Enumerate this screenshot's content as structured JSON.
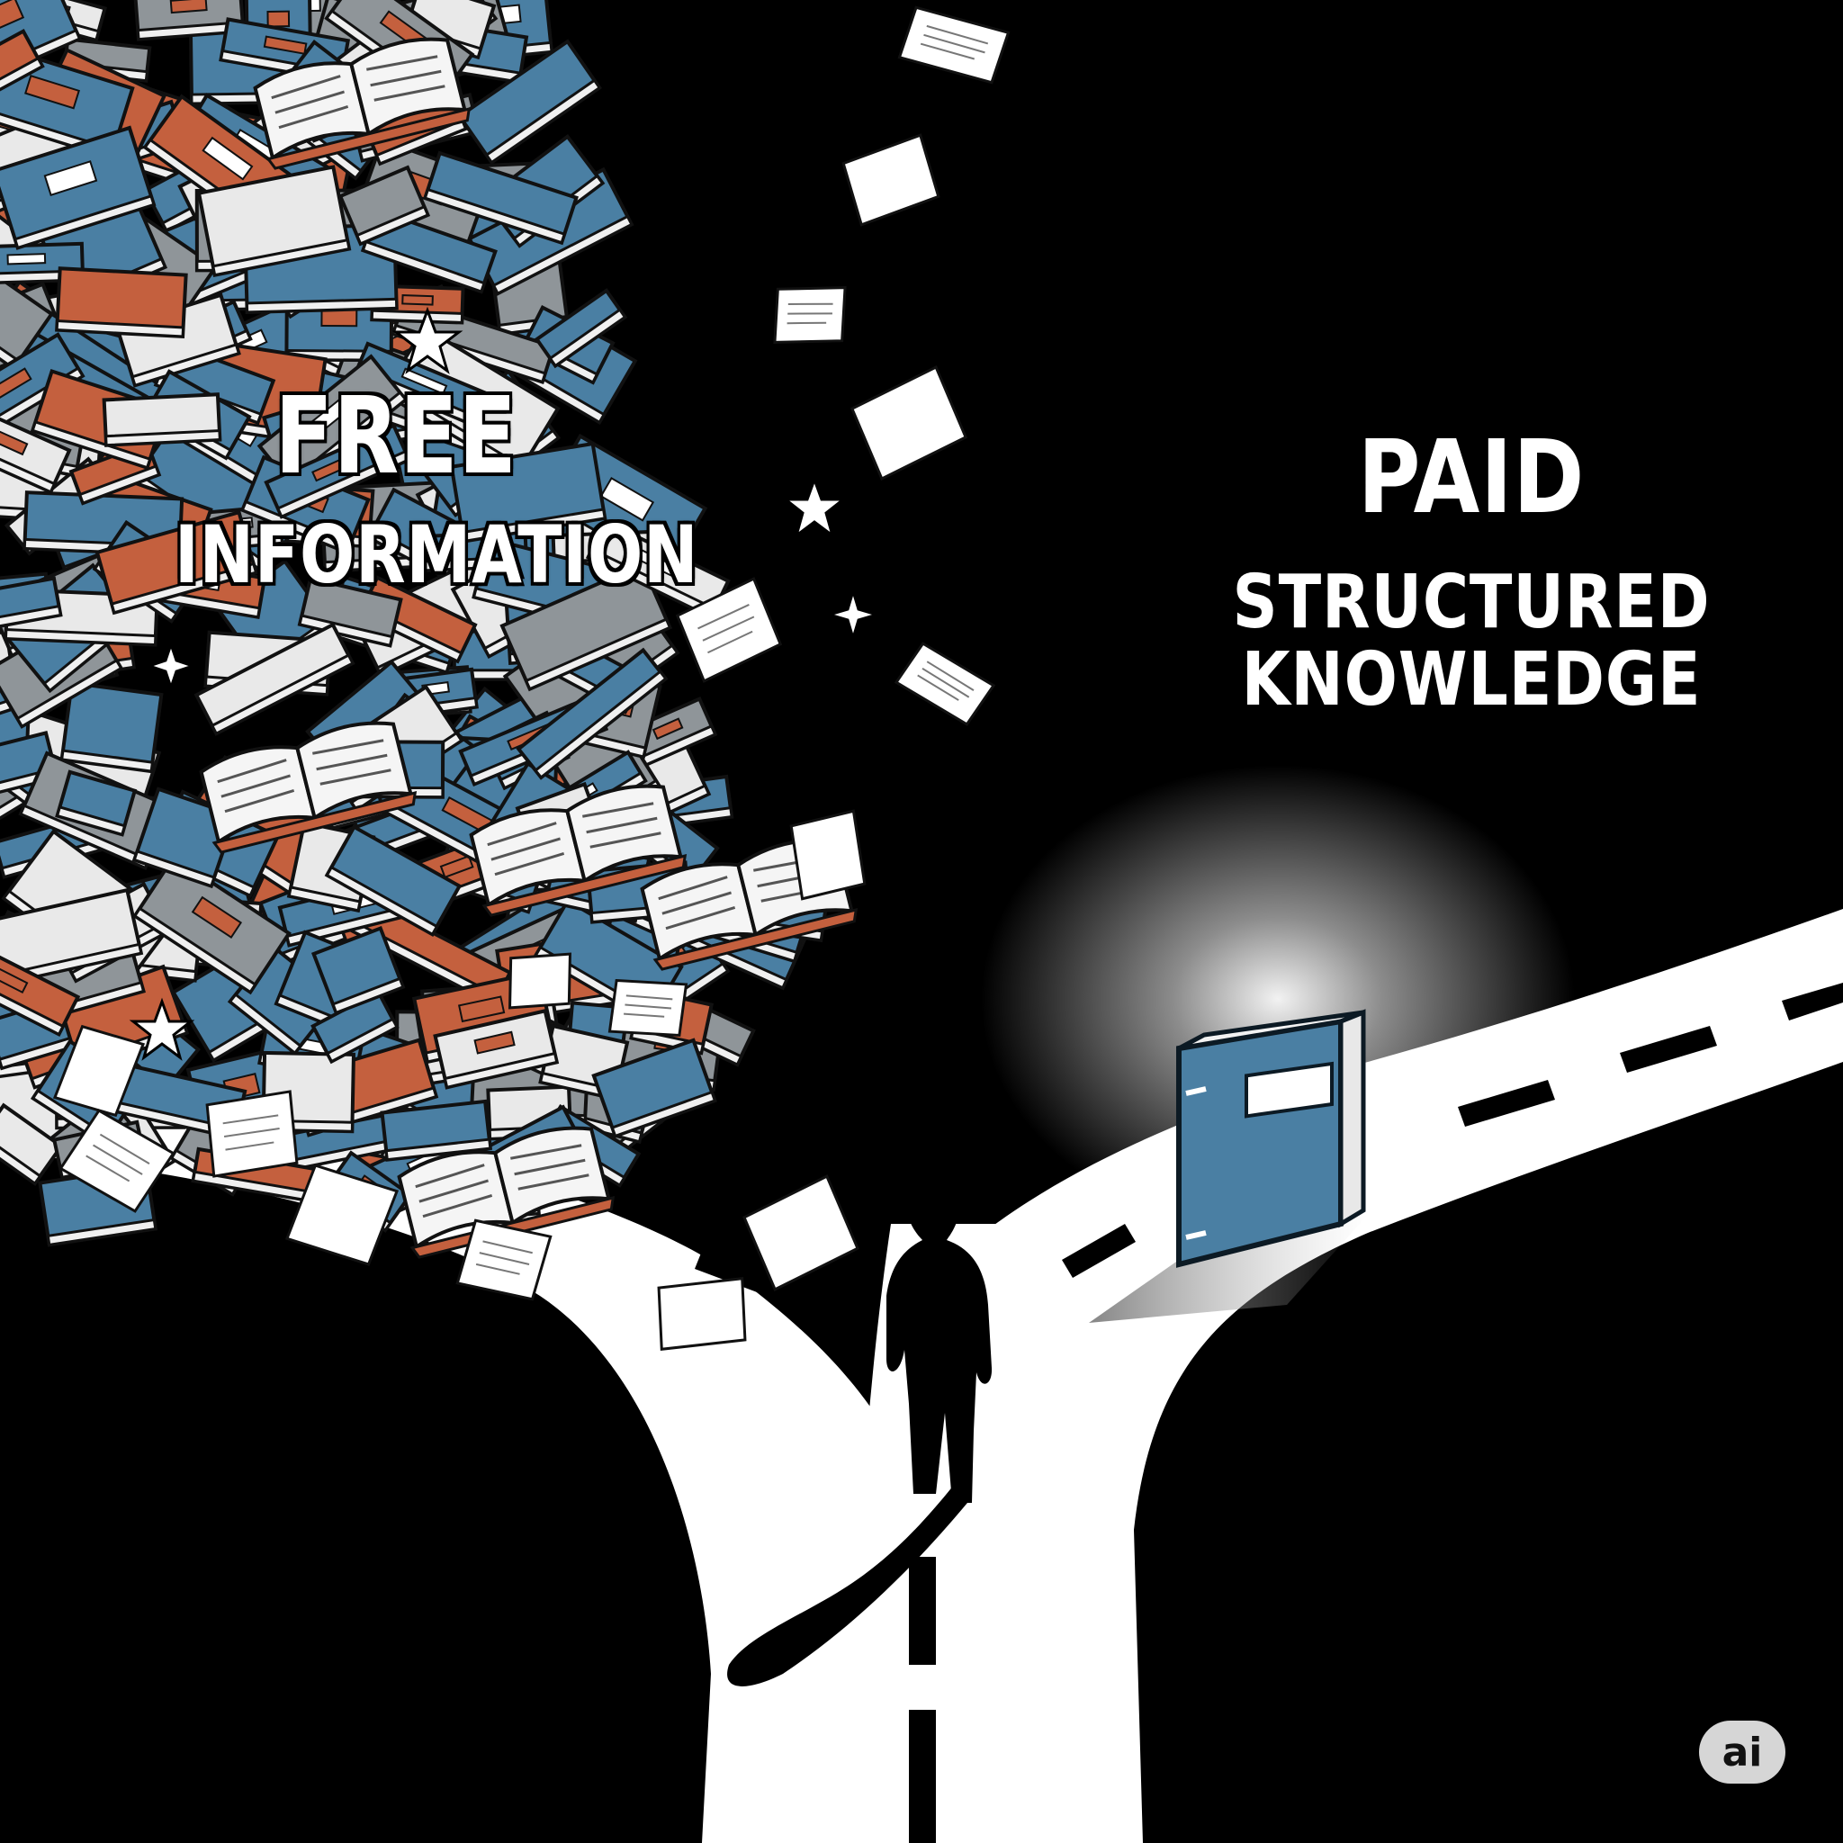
{
  "free_label": {
    "line1": "FREE",
    "line2": "INFORMATION"
  },
  "paid_label": {
    "line1": "PAID",
    "line2": "STRUCTURED",
    "line3": "KNOWLEDGE"
  },
  "badge": {
    "text": "ai"
  },
  "colors": {
    "background": "#000000",
    "road": "#ffffff",
    "book_blue": "#4a7fa3",
    "book_orange": "#c4603e",
    "book_gray": "#8f9599",
    "glow": "#ffffff"
  },
  "icons": [
    "star-icon",
    "sparkle-icon",
    "open-book-icon",
    "closed-book-icon",
    "person-silhouette-icon"
  ]
}
